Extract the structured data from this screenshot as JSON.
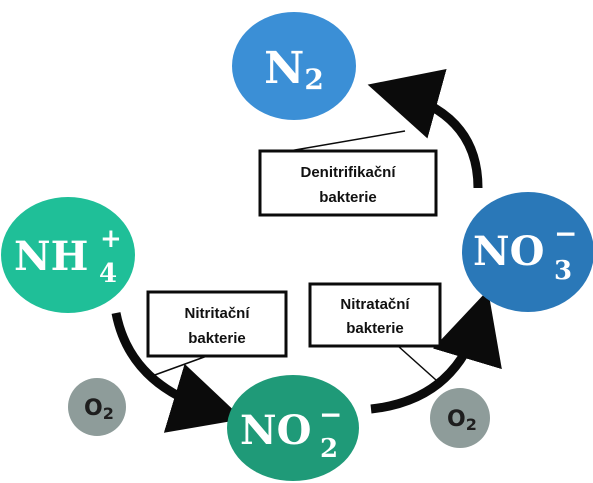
{
  "colors": {
    "n2": "#3b8fd6",
    "nh4": "#1fbf98",
    "no2": "#1f9a78",
    "no3": "#2a78b8",
    "o2": "#8e9c9a",
    "arrow": "#0b0b0b",
    "box_border": "#0b0b0b"
  },
  "nodes": {
    "n2": {
      "main": "N",
      "sub": "2",
      "sup": ""
    },
    "nh4": {
      "main": "NH",
      "sub": "4",
      "sup": "+"
    },
    "no2": {
      "main": "NO",
      "sub": "2",
      "sup": "−"
    },
    "no3": {
      "main": "NO",
      "sub": "3",
      "sup": "−"
    },
    "o2_left": {
      "main": "O",
      "sub": "2"
    },
    "o2_right": {
      "main": "O",
      "sub": "2"
    }
  },
  "labels": {
    "denitrification": {
      "line1": "Denitrifikační",
      "line2": "bakterie"
    },
    "nitritation": {
      "line1": "Nitritační",
      "line2": "bakterie"
    },
    "nitratation": {
      "line1": "Nitratační",
      "line2": "bakterie"
    }
  }
}
